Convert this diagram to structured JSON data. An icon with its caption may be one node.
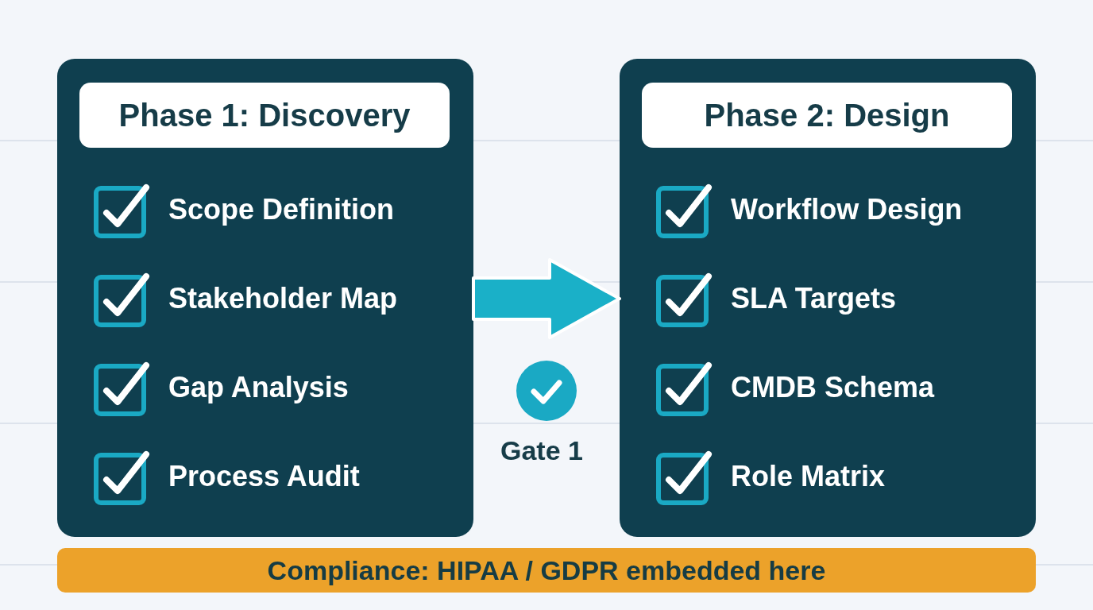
{
  "diagram": {
    "nodes": [
      {
        "text": [
          "Phase 1: Discovery",
          "Scope Definition",
          "Stakeholder Map",
          "Gap Analysis",
          "Process Audit"
        ]
      },
      {
        "text": [
          "Phase 2: Design",
          "Workflow Design",
          "SLA Targets",
          "CMDB Schema",
          "Role Matrix"
        ]
      },
      {
        "text": [
          "Compliance: HIPAA / GDPR embedded here"
        ]
      }
    ],
    "edges": [
      {
        "from": 0,
        "to": 1,
        "arrow": "to",
        "style": "thick",
        "color": "#1ab0c8"
      }
    ],
    "labels": [
      "Gate 1"
    ]
  }
}
